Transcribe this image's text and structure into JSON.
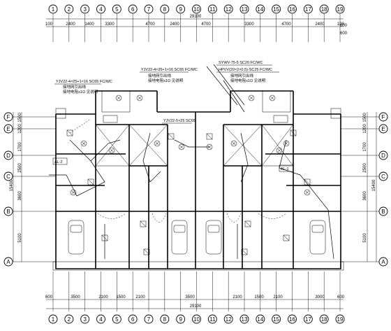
{
  "axes": {
    "top": [
      "1",
      "2",
      "3",
      "4",
      "5",
      "6",
      "7",
      "8",
      "9",
      "10",
      "11",
      "12",
      "13",
      "14",
      "15",
      "16",
      "17",
      "18",
      "19"
    ],
    "bottom": [
      "1",
      "2",
      "3",
      "4",
      "5",
      "6",
      "7",
      "8",
      "9",
      "10",
      "11",
      "12",
      "13",
      "14",
      "15",
      "16",
      "17",
      "18",
      "19"
    ],
    "left": [
      "F",
      "E",
      "D",
      "C",
      "B",
      "A"
    ],
    "right": [
      "F",
      "E",
      "D",
      "C",
      "B",
      "A"
    ]
  },
  "dimensions": {
    "top_segments": [
      "100",
      "2400",
      "1400",
      "3300",
      "4700",
      "2400",
      "4700",
      "3300",
      "4700",
      "2400",
      "100"
    ],
    "top_total": "29100",
    "top_right": [
      "600",
      "600"
    ],
    "bottom_segments": [
      "600",
      "3500",
      "2100",
      "1500",
      "2100",
      "3500",
      "2100",
      "1500",
      "2100",
      "3000",
      "600"
    ],
    "bottom_total": "29100",
    "left_segments": [
      "1500",
      "1200",
      "1700",
      "2500",
      "3600",
      "5100"
    ],
    "left_total": "15400",
    "right_segments": [
      "1500",
      "1200",
      "1700",
      "2500",
      "3600",
      "5100"
    ],
    "right_total": "15400"
  },
  "annotations": {
    "feeder_left": "YJV22-4×25+1×16 SC65 FC/WC",
    "feeder_left_note": "接地网引出线",
    "feeder_left_note2": "接地电阻≤1Ω 见说明",
    "feeder_mid": "YJV22-4×35+1×16 SC65 FC/WC",
    "feeder_mid_note": "接地网引出线",
    "feeder_mid_note2": "接地电阻≤1Ω 见说明",
    "feeder_mid2": "YJV22-5×25 SC65",
    "feeder_right": "SYWV-75-5 SC20 FC/WC",
    "feeder_right2": "HPVV(20×2×0.5)-SC25 FC/WC",
    "feeder_right_note": "接地网引出线",
    "feeder_right_note2": "接地电阻≤1Ω 见说明",
    "box_a": "AL-2",
    "box_b": "AL-1"
  },
  "colors": {
    "line": "#000000",
    "background": "#ffffff"
  }
}
